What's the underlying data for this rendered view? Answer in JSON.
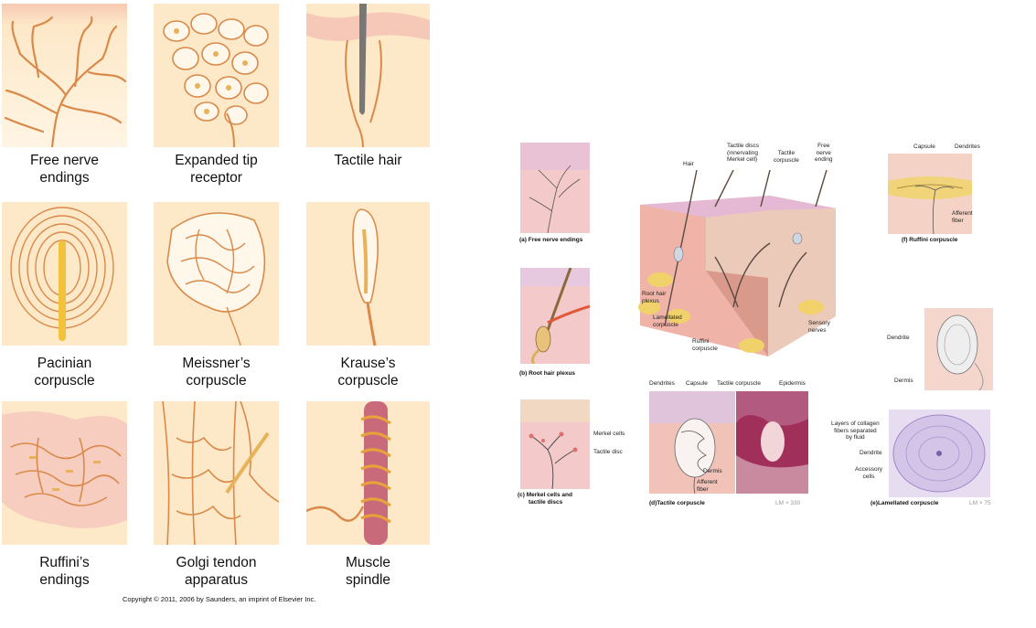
{
  "left_figure": {
    "captions": {
      "free_nerve": [
        "Free nerve",
        "endings"
      ],
      "expanded_tip": [
        "Expanded tip",
        "receptor"
      ],
      "tactile_hair": [
        "Tactile hair"
      ],
      "pacinian": [
        "Pacinian",
        "corpuscle"
      ],
      "meissner": [
        "Meissner’s",
        "corpuscle"
      ],
      "krause": [
        "Krause’s",
        "corpuscle"
      ],
      "ruffini": [
        "Ruffini’s",
        "endings"
      ],
      "golgi": [
        "Golgi tendon",
        "apparatus"
      ],
      "muscle": [
        "Muscle",
        "spindle"
      ]
    },
    "copyright": "Copyright © 2011, 2006 by Saunders, an imprint of Elsevier Inc."
  },
  "right_figure": {
    "panel_labels": {
      "a": "(a) Free nerve endings",
      "b": "(b) Root hair plexus",
      "c1": "(c)  Merkel cells and",
      "c2": "tactile discs",
      "d": "(d)Tactile corpuscle",
      "e": "(e)Lamellated corpuscle",
      "f": "(f) Ruffini  corpuscle"
    },
    "magnifications": {
      "d": "LM × 330",
      "e": "LM × 75"
    },
    "labels": {
      "hair": "Hair",
      "tactile_discs": [
        "Tactile discs",
        "(innervating",
        "Merkel cell)"
      ],
      "tactile_corpuscle": [
        "Tactile",
        "corpuscle"
      ],
      "free_nerve_ending": [
        "Free",
        "nerve",
        "ending"
      ],
      "root_hair_plexus": [
        "Root hair",
        "plexus"
      ],
      "lamellated_corpuscle": [
        "Lamellated",
        "corpuscle"
      ],
      "ruffini_corpuscle": [
        "Ruffini",
        "corpuscle"
      ],
      "sensory_nerves": [
        "Sensory",
        "nerves"
      ],
      "capsule": "Capsule",
      "dendrites": "Dendrites",
      "afferent_fiber": [
        "Afferent",
        "fiber"
      ],
      "merkel_cells": "Merkel cells",
      "tactile_disc": "Tactile disc",
      "d_dendrites": "Dendrites",
      "d_capsule": "Capsule",
      "d_tactile_corpuscle": "Tactile corpuscle",
      "epidermis": "Epidermis",
      "dermis": "Dermis",
      "d_afferent": [
        "Afferent",
        "fiber"
      ],
      "e_dendrite": "Dendrite",
      "e_dermis": "Dermis",
      "layers": [
        "Layers of collagen",
        "fibers separated",
        "by fluid"
      ],
      "e_dendrite2": "Dendrite",
      "accessory": [
        "Accessory",
        "cells"
      ]
    }
  }
}
